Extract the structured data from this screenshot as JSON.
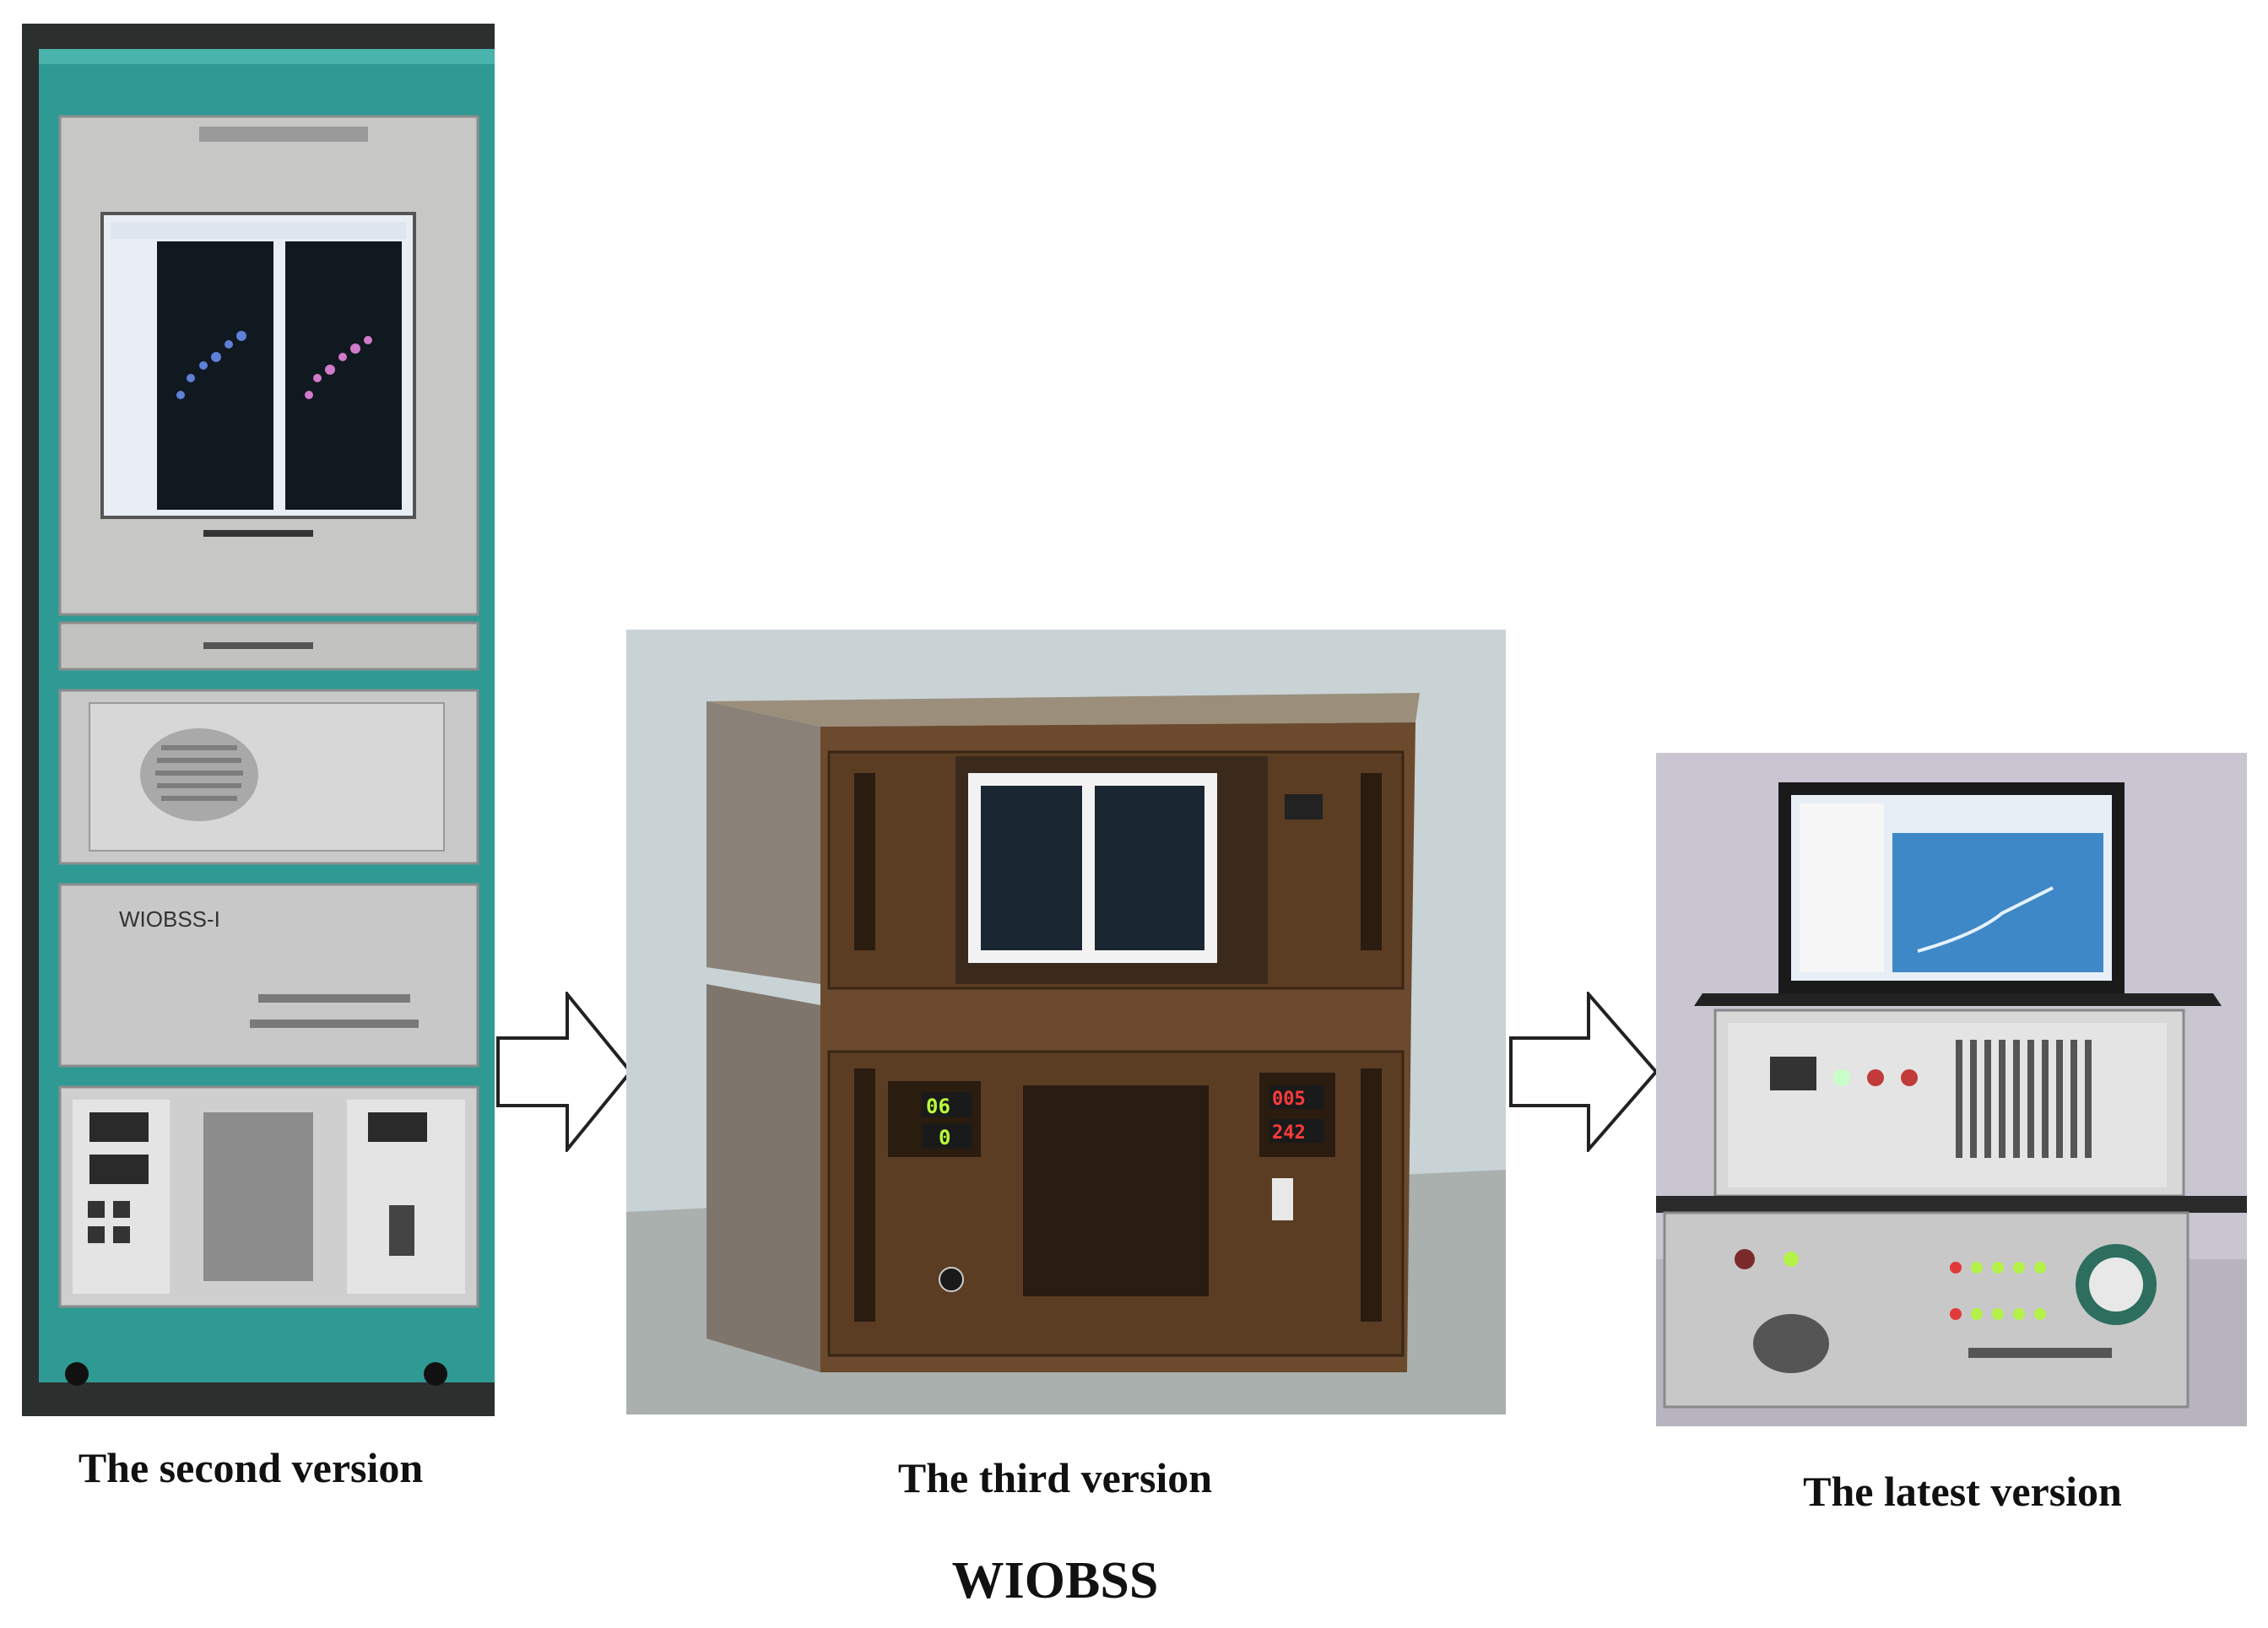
{
  "panels": [
    {
      "caption": "The second version",
      "device_label": "WIOBSS-I"
    },
    {
      "caption": "The third version"
    },
    {
      "caption": "The latest version"
    }
  ],
  "seven_segment": {
    "third_left_top": "06",
    "third_left_bottom": "0",
    "third_right_top": "005",
    "third_right_bottom": "242"
  },
  "system_name": "WIOBSS",
  "colors": {
    "cabinet_teal": "#2f9a93",
    "chassis_brown": "#6b4a2e",
    "panel_grey": "#bfbfbf",
    "arrow_fill": "#ffffff",
    "arrow_stroke": "#222222"
  },
  "icons": {
    "arrows": [
      "arrow-right-icon",
      "arrow-right-icon"
    ]
  }
}
